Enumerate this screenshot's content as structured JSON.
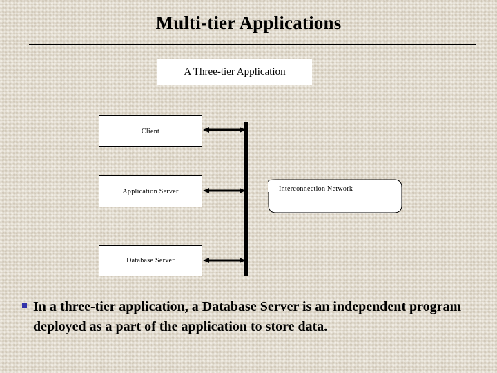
{
  "slide": {
    "title": "Multi-tier Applications",
    "subtitle": "A Three-tier Application",
    "background_color": "#E4DDCF",
    "rule_color": "#000000"
  },
  "diagram": {
    "type": "block-diagram",
    "tiers": [
      {
        "id": "client",
        "label": "Client"
      },
      {
        "id": "application-server",
        "label": "Application Server"
      },
      {
        "id": "database-server",
        "label": "Database Server"
      }
    ],
    "bus": {
      "name": "interconnection-bus",
      "callout_label": "Interconnection Network",
      "orientation": "vertical",
      "color": "#000000"
    },
    "connector_style": "double-headed-arrow",
    "box_fill": "#FFFFFF",
    "box_border": "#000000"
  },
  "body": {
    "bullet_marker": "square-bullet",
    "bullet_color": "#3333AA",
    "text": "In a three-tier application, a Database Server is an independent program deployed as a part of the application to store data."
  }
}
